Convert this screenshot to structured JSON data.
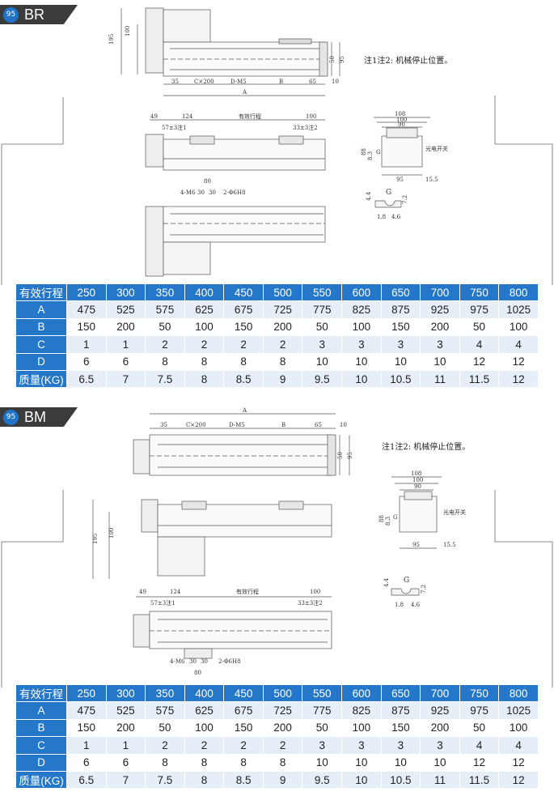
{
  "sections": [
    {
      "badge_num": "95",
      "badge_label": "BR",
      "note": "注1注2: 机械停止位置。",
      "dims": {
        "top_a": "A",
        "top_35": "35",
        "top_cx200": "C×200",
        "top_dm5": "D-M5",
        "top_b": "B",
        "top_65": "65",
        "top_10": "10",
        "left_195": "195",
        "left_100": "100",
        "right_50": "50",
        "right_95": "95",
        "mid_49": "49",
        "mid_124": "124",
        "mid_stroke": "有效行程",
        "mid_100": "100",
        "mid_57": "57±3注1",
        "mid_33": "33±3注2",
        "bot_80": "80",
        "bot_4m6": "4-M6",
        "bot_30a": "30",
        "bot_30b": "30",
        "bot_2phi": "2-Φ6H8",
        "end_108": "108",
        "end_100": "100",
        "end_90": "90",
        "end_88": "88",
        "end_83": "8.3",
        "end_g": "G",
        "end_sensor": "光电开关",
        "end_95": "95",
        "end_155": "15.5",
        "g_44": "4.4",
        "g_g": "G",
        "g_72": "7.2",
        "g_18": "1.8",
        "g_46": "4.6"
      },
      "table": {
        "header_label": "有效行程",
        "strokes": [
          "250",
          "300",
          "350",
          "400",
          "450",
          "500",
          "550",
          "600",
          "650",
          "700",
          "750",
          "800"
        ],
        "rows": [
          {
            "label": "A",
            "values": [
              "475",
              "525",
              "575",
              "625",
              "675",
              "725",
              "775",
              "825",
              "875",
              "925",
              "975",
              "1025"
            ]
          },
          {
            "label": "B",
            "values": [
              "150",
              "200",
              "50",
              "100",
              "150",
              "200",
              "50",
              "100",
              "150",
              "200",
              "50",
              "100"
            ]
          },
          {
            "label": "C",
            "values": [
              "1",
              "1",
              "2",
              "2",
              "2",
              "2",
              "3",
              "3",
              "3",
              "3",
              "4",
              "4"
            ]
          },
          {
            "label": "D",
            "values": [
              "6",
              "6",
              "8",
              "8",
              "8",
              "8",
              "10",
              "10",
              "10",
              "10",
              "12",
              "12"
            ]
          },
          {
            "label": "质量(KG)",
            "values": [
              "6.5",
              "7",
              "7.5",
              "8",
              "8.5",
              "9",
              "9.5",
              "10",
              "10.5",
              "11",
              "11.5",
              "12"
            ]
          }
        ]
      }
    },
    {
      "badge_num": "95",
      "badge_label": "BM",
      "note": "注1注2: 机械停止位置。",
      "dims": {
        "top_a": "A",
        "top_35": "35",
        "top_cx200": "C×200",
        "top_dm5": "D-M5",
        "top_b": "B",
        "top_65": "65",
        "top_10": "10",
        "left_195": "195",
        "left_100": "100",
        "right_50": "50",
        "right_95": "95",
        "mid_49": "49",
        "mid_124": "124",
        "mid_stroke": "有效行程",
        "mid_100": "100",
        "mid_57": "57±3注1",
        "mid_33": "33±3注2",
        "bot_80": "80",
        "bot_4m6": "4-M6",
        "bot_30a": "30",
        "bot_30b": "30",
        "bot_2phi": "2-Φ6H8",
        "end_108": "108",
        "end_100": "100",
        "end_90": "90",
        "end_88": "88",
        "end_83": "8.3",
        "end_g": "G",
        "end_sensor": "光电开关",
        "end_95": "95",
        "end_155": "15.5",
        "g_44": "4.4",
        "g_g": "G",
        "g_72": "7.2",
        "g_18": "1.8",
        "g_46": "4.6"
      },
      "table": {
        "header_label": "有效行程",
        "strokes": [
          "250",
          "300",
          "350",
          "400",
          "450",
          "500",
          "550",
          "600",
          "650",
          "700",
          "750",
          "800"
        ],
        "rows": [
          {
            "label": "A",
            "values": [
              "475",
              "525",
              "575",
              "625",
              "675",
              "725",
              "775",
              "825",
              "875",
              "925",
              "975",
              "1025"
            ]
          },
          {
            "label": "B",
            "values": [
              "150",
              "200",
              "50",
              "100",
              "150",
              "200",
              "50",
              "100",
              "150",
              "200",
              "50",
              "100"
            ]
          },
          {
            "label": "C",
            "values": [
              "1",
              "1",
              "2",
              "2",
              "2",
              "2",
              "3",
              "3",
              "3",
              "3",
              "4",
              "4"
            ]
          },
          {
            "label": "D",
            "values": [
              "6",
              "6",
              "8",
              "8",
              "8",
              "8",
              "10",
              "10",
              "10",
              "10",
              "12",
              "12"
            ]
          },
          {
            "label": "质量(KG)",
            "values": [
              "6.5",
              "7",
              "7.5",
              "8",
              "8.5",
              "9",
              "9.5",
              "10",
              "10.5",
              "11",
              "11.5",
              "12"
            ]
          }
        ]
      }
    }
  ]
}
